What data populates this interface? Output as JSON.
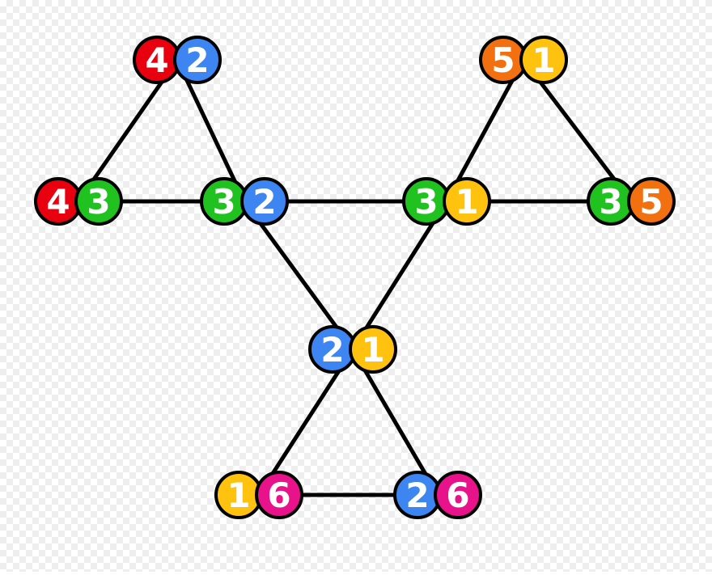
{
  "colors": {
    "1": "#ffc20e",
    "2": "#3d85f0",
    "3": "#1fc21f",
    "4": "#e8000e",
    "5": "#f2700f",
    "6": "#e8128a",
    "edge": "#000000",
    "outline": "#000000"
  },
  "nodes": [
    {
      "id": "n42",
      "digits": [
        "4",
        "2"
      ]
    },
    {
      "id": "n51",
      "digits": [
        "5",
        "1"
      ]
    },
    {
      "id": "n43",
      "digits": [
        "4",
        "3"
      ]
    },
    {
      "id": "n32",
      "digits": [
        "3",
        "2"
      ]
    },
    {
      "id": "n31",
      "digits": [
        "3",
        "1"
      ]
    },
    {
      "id": "n35",
      "digits": [
        "3",
        "5"
      ]
    },
    {
      "id": "n21",
      "digits": [
        "2",
        "1"
      ]
    },
    {
      "id": "n16",
      "digits": [
        "1",
        "6"
      ]
    },
    {
      "id": "n26",
      "digits": [
        "2",
        "6"
      ]
    }
  ],
  "edges": [
    [
      "n42",
      "n43"
    ],
    [
      "n42",
      "n32"
    ],
    [
      "n43",
      "n32"
    ],
    [
      "n51",
      "n31"
    ],
    [
      "n51",
      "n35"
    ],
    [
      "n31",
      "n35"
    ],
    [
      "n32",
      "n31"
    ],
    [
      "n32",
      "n21"
    ],
    [
      "n31",
      "n21"
    ],
    [
      "n21",
      "n16"
    ],
    [
      "n21",
      "n26"
    ],
    [
      "n16",
      "n26"
    ]
  ]
}
